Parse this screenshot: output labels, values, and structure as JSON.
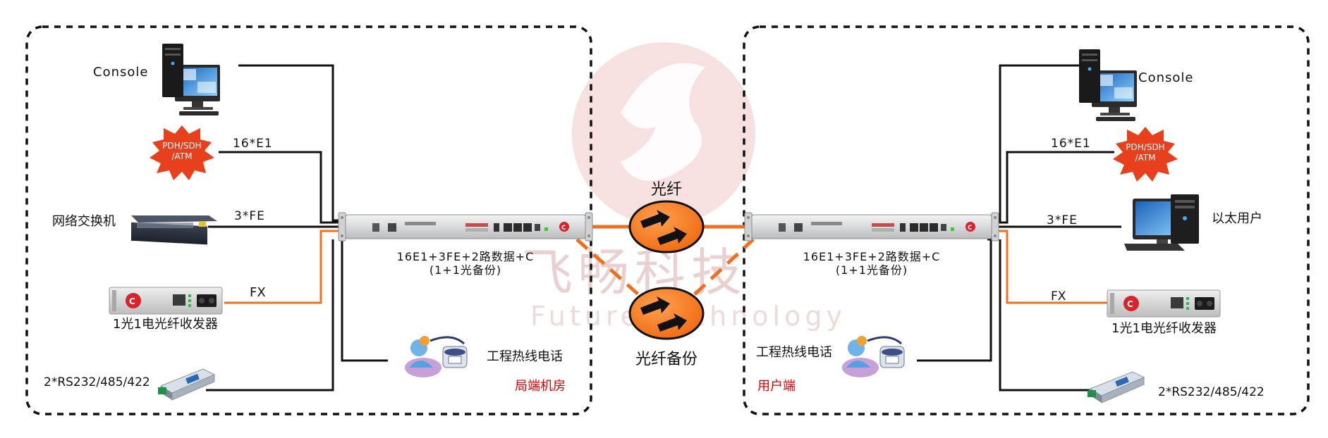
{
  "watermark": {
    "cn": "飞畅科技",
    "en": "Future Technology"
  },
  "colors": {
    "fiber": "#f07020",
    "wire": "#111111",
    "burst": "#e8401c",
    "alarm": "#e00000",
    "watermark": "#f1d5d5"
  },
  "left": {
    "console": "Console",
    "pdh": [
      "PDH/SDH",
      "/ATM"
    ],
    "e1": "16*E1",
    "switch": "网络交换机",
    "fe": "3*FE",
    "fx": "FX",
    "converter": "1光1电光纤收发器",
    "rs": "2*RS232/485/422",
    "hotline": "工程热线电话",
    "site": "局端机房",
    "device_line1": "16E1+3FE+2路数据+C",
    "device_line2": "(1+1光备份)"
  },
  "right": {
    "console": "Console",
    "e1": "16*E1",
    "pdh": [
      "PDH/SDH",
      "/ATM"
    ],
    "fe": "3*FE",
    "ethernet_user": "以太用户",
    "fx": "FX",
    "converter": "1光1电光纤收发器",
    "rs": "2*RS232/485/422",
    "hotline": "工程热线电话",
    "site": "用户端",
    "device_line1": "16E1+3FE+2路数据+C",
    "device_line2": "(1+1光备份)"
  },
  "center": {
    "fiber": "光纤",
    "fiber_backup": "光纤备份"
  },
  "icons": {
    "computer": "desktop-computer-icon",
    "burst": "pdh-burst-icon",
    "switch": "network-switch-icon",
    "converter": "media-converter-icon",
    "serial": "serial-converter-icon",
    "phone": "hotline-phone-icon",
    "arrows": "fiber-arrows-icon",
    "device": "multiplexer-device-icon"
  }
}
